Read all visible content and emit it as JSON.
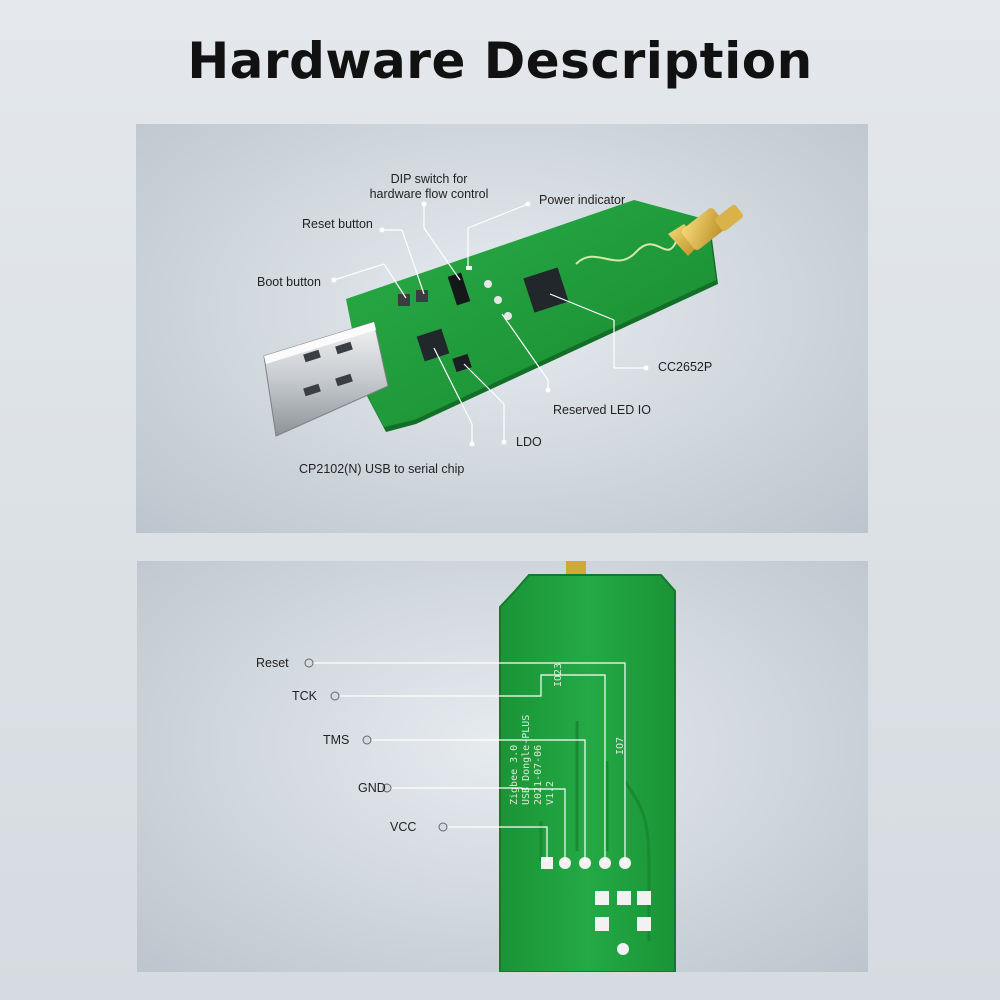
{
  "page": {
    "title": "Hardware Description"
  },
  "top_diagram": {
    "labels": {
      "dip_switch_line1": "DIP switch for",
      "dip_switch_line2": "hardware flow control",
      "power_indicator": "Power indicator",
      "reset_button": "Reset button",
      "boot_button": "Boot button",
      "cc2652p": "CC2652P",
      "reserved_led_io": "Reserved LED IO",
      "ldo": "LDO",
      "cp2102": "CP2102(N) USB to serial chip"
    }
  },
  "bottom_diagram": {
    "labels": {
      "reset": "Reset",
      "tck": "TCK",
      "tms": "TMS",
      "gnd": "GND",
      "vcc": "VCC"
    },
    "silkscreen": {
      "line1": "Zigbee 3.0",
      "line2": "USB Dongle-PLUS",
      "line3": "2021-07-06",
      "line4": "V1.2",
      "io_a": "IO23",
      "io_b": "IO7"
    }
  },
  "colors": {
    "pcb": "#1f9f3c",
    "pcb_dark": "#14812c",
    "leader_line": "#ffffff",
    "text": "#222222"
  }
}
